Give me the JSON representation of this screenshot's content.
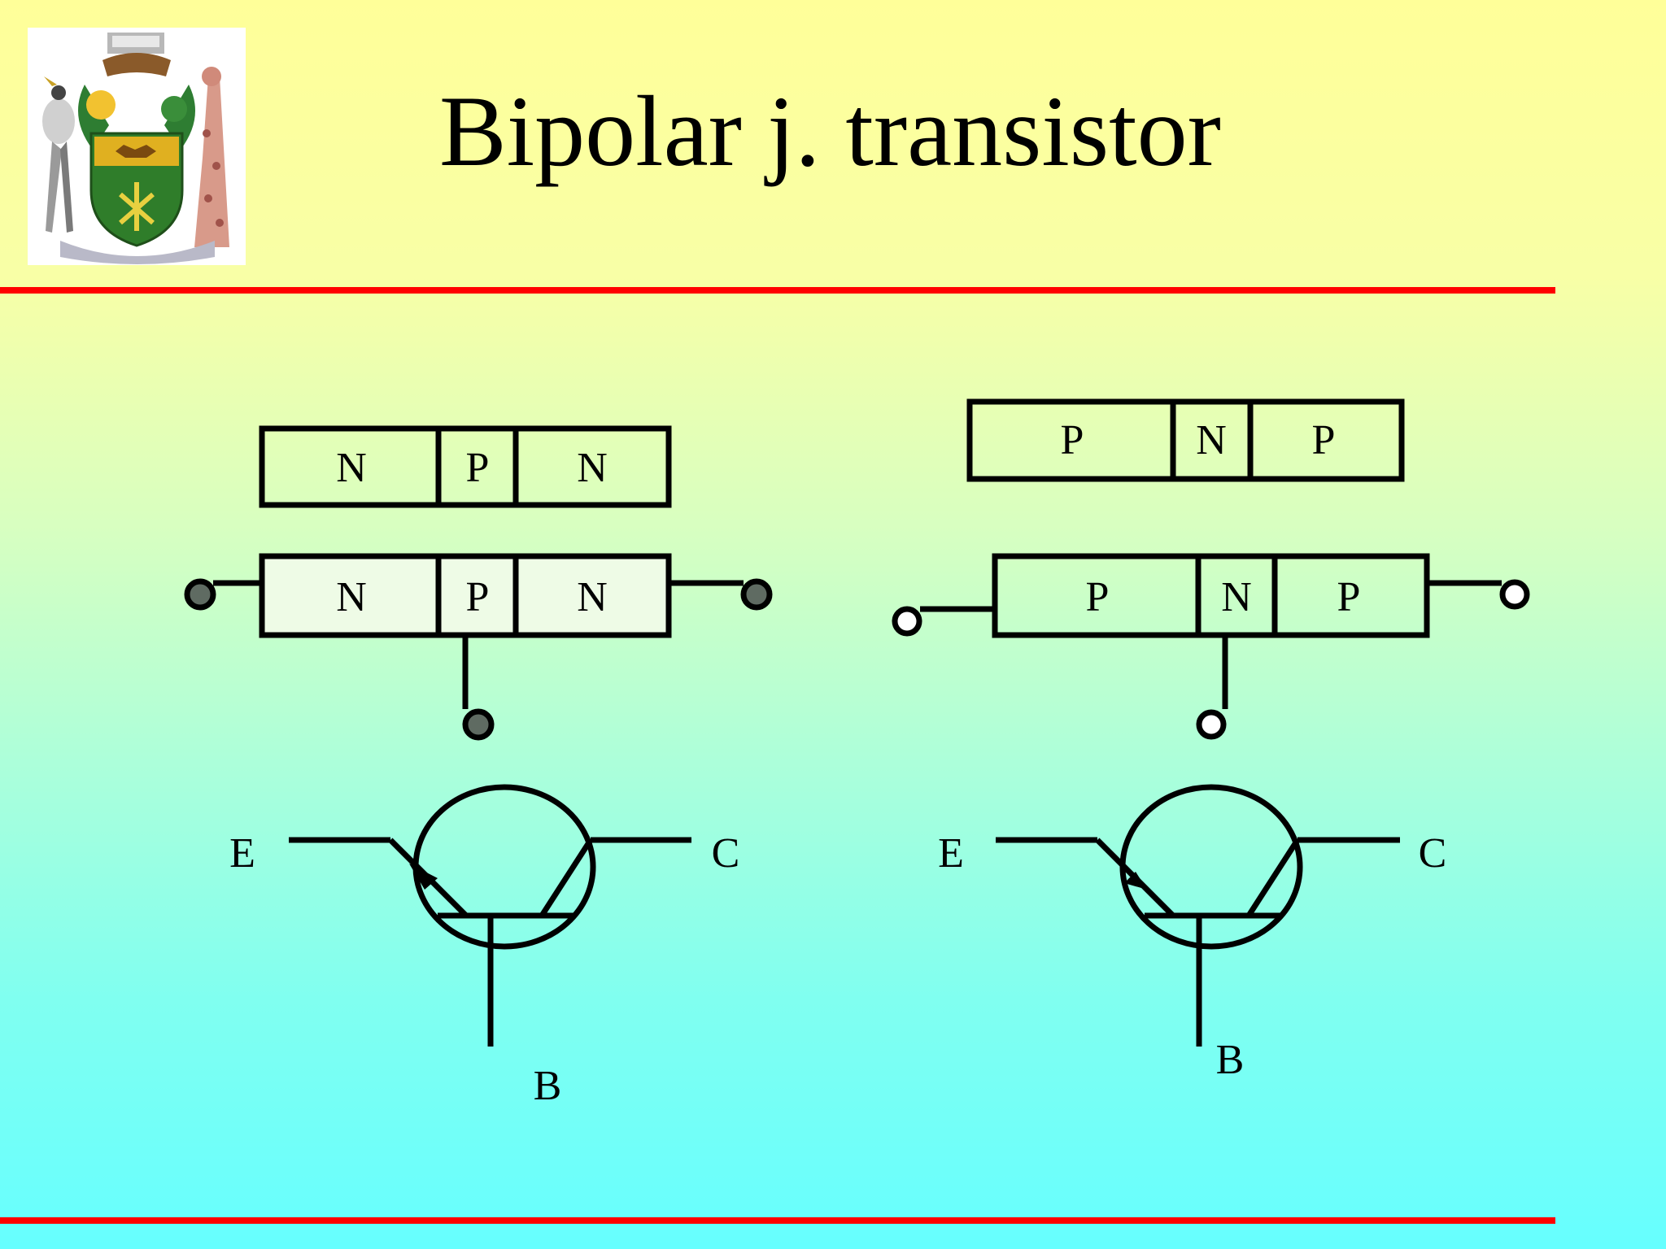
{
  "title": "Bipolar j. transistor",
  "colors": {
    "rule": "#ff0000",
    "stroke": "#000000",
    "npn_terminal_fill": "#5f6b62",
    "pnp_terminal_fill": "#ffffff",
    "npn_block_fill": "#eefbe6"
  },
  "npn": {
    "layers_top": [
      "N",
      "P",
      "N"
    ],
    "layers_wired": [
      "N",
      "P",
      "N"
    ],
    "symbol": {
      "emitter": "E",
      "collector": "C",
      "base": "B"
    }
  },
  "pnp": {
    "layers_top": [
      "P",
      "N",
      "P"
    ],
    "layers_wired": [
      "P",
      "N",
      "P"
    ],
    "symbol": {
      "emitter": "E",
      "collector": "C",
      "base": "B"
    }
  },
  "icons": {
    "logo": "coat-of-arms-icon"
  }
}
